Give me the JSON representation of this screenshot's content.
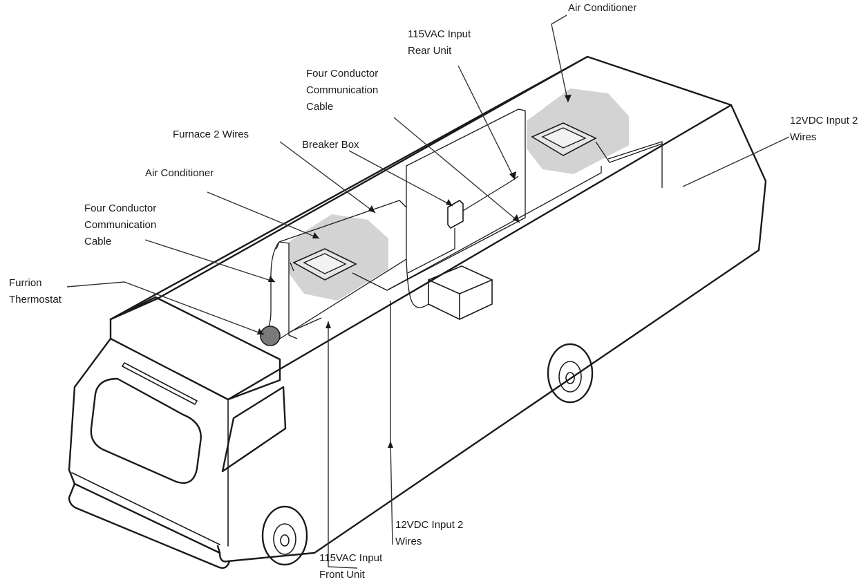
{
  "labels": {
    "air_conditioner_rear": [
      "Air Conditioner"
    ],
    "input_115vac_rear": [
      "115VAC Input",
      "Rear Unit"
    ],
    "four_conductor_rear": [
      "Four Conductor",
      "Communication",
      "Cable"
    ],
    "input_12vdc_rear": [
      "12VDC Input 2",
      "Wires"
    ],
    "furnace_wires": [
      "Furnace 2 Wires"
    ],
    "breaker_box": [
      "Breaker Box"
    ],
    "air_conditioner_front": [
      "Air Conditioner"
    ],
    "four_conductor_front": [
      "Four Conductor",
      "Communication",
      "Cable"
    ],
    "furrion_thermostat": [
      "Furrion",
      "Thermostat"
    ],
    "input_12vdc_front": [
      "12VDC Input 2",
      "Wires"
    ],
    "input_115vac_front": [
      "115VAC Input",
      "Front Unit"
    ]
  },
  "colors": {
    "line": "#1a1a1a",
    "ac_shadow": "#d3d3d3",
    "thermostat": "#7a7a7a"
  }
}
